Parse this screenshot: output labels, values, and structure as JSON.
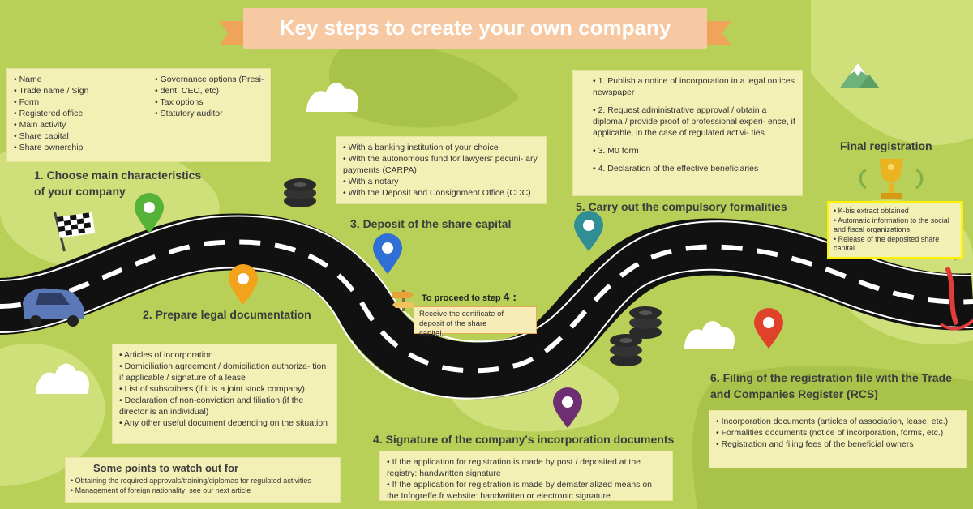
{
  "header": {
    "title": "Key steps to create your own company"
  },
  "step1": {
    "title_line1": "1. Choose main characteristics",
    "title_line2": "of your company",
    "left_items": [
      "Name",
      "Trade name / Sign",
      "Form",
      "Registered office",
      "Main activity",
      "Share capital",
      "Share ownership"
    ],
    "right_items": [
      "Governance options (Presi-",
      "dent, CEO, etc)",
      "Tax options",
      "Statutory auditor"
    ]
  },
  "step2": {
    "title": "2. Prepare legal documentation",
    "items": [
      "Articles of incorporation",
      "Domiciliation agreement / domiciliation authoriza- tion if applicable / signature of a lease",
      "List of subscribers (if it is a joint stock company)",
      "Declaration of non-conviction and filiation (if the director is an individual)",
      "Any other useful document depending on the situation"
    ]
  },
  "step3": {
    "title": "3. Deposit of the share capital",
    "items": [
      "With a banking institution of your choice",
      "With the autonomous fund for lawyers' pecuni- ary payments (CARPA)",
      "With a notary",
      "With the Deposit and Consignment Office (CDC)"
    ]
  },
  "proceed": {
    "label": "To proceed to step",
    "step_number": "4 :",
    "text": "Receive the certificate of deposit of the share capital."
  },
  "step4": {
    "title": "4. Signature of the company's incorporation documents",
    "items": [
      "If the application for registration is made by post / deposited at the registry: handwritten signature",
      "If the application for registration is made by dematerialized means on the Infogreffe.fr website: handwritten or electronic signature"
    ]
  },
  "step5": {
    "title": "5. Carry out the compulsory formalities",
    "items": [
      "1. Publish a notice of incorporation in a legal notices newspaper",
      "2. Request administrative approval / obtain a diploma / provide proof of professional experi- ence, if applicable, in the case of regulated activi- ties",
      "3. M0 form",
      "4. Declaration of the effective beneficiaries"
    ]
  },
  "step6": {
    "title_line1": "6. Filing of the registration file with the Trade",
    "title_line2": "and Companies Register (RCS)",
    "items": [
      "Incorporation documents (articles of association, lease, etc.)",
      "Formalities documents (notice of incorporation, forms, etc.)",
      "Registration and filing fees of the beneficial owners"
    ]
  },
  "final": {
    "title": "Final registration",
    "items": [
      "K-bis extract obtained",
      "Automatic information to the social and fiscal organizations",
      "Release of the deposited share capital"
    ]
  },
  "watch": {
    "title": "Some points to watch out for",
    "items": [
      "Obtaining the required approvals/training/diplomas for regulated activities",
      "Management of foreign nationality: see our next article"
    ]
  },
  "colors": {
    "background": "#b8cf58",
    "box": "#f3f0b6",
    "road": "#111111",
    "pin1": "#55b33a",
    "pin2": "#f2a21b",
    "pin3": "#2f6fd6",
    "pin4": "#6d2f72",
    "pin5": "#2f8f95",
    "pin6": "#e0412a",
    "banner": "#f7c9a2",
    "final_border": "#fff200"
  }
}
